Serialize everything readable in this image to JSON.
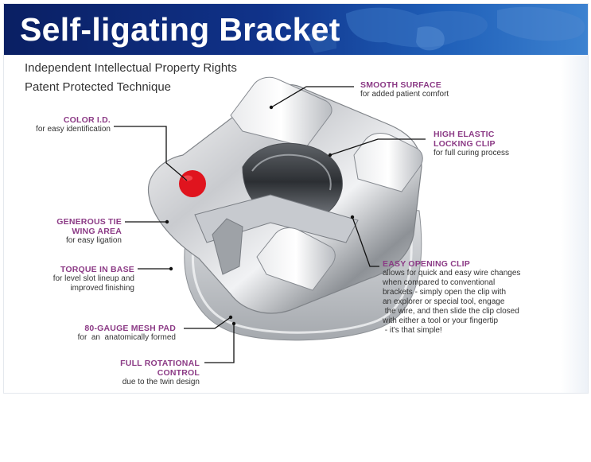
{
  "header": {
    "title": "Self-ligating Bracket"
  },
  "subtitles": [
    "Independent Intellectual Property Rights",
    "Patent Protected Technique"
  ],
  "callouts": {
    "smooth_surface": {
      "title": "SMOOTH SURFACE",
      "desc": [
        "for added patient comfort"
      ]
    },
    "color_id": {
      "title": [
        "COLOR I.D."
      ],
      "desc": [
        "for easy identification"
      ]
    },
    "high_elastic": {
      "title": [
        "HIGH ELASTIC",
        "LOCKING CLIP"
      ],
      "desc": [
        "for full curing process"
      ]
    },
    "tie_wing": {
      "title": [
        "GENEROUS TIE",
        "WING AREA"
      ],
      "desc": [
        "for easy ligation"
      ]
    },
    "torque_base": {
      "title": [
        "TORQUE IN BASE"
      ],
      "desc": [
        "for level slot lineup and",
        "improved finishing"
      ]
    },
    "easy_opening": {
      "title": [
        "EASY OPENING CLIP"
      ],
      "desc": [
        "allows for quick and easy wire changes",
        "when compared to conventional",
        "brackets - simply open the clip with",
        "an explorer or special tool, engage",
        " the wire, and then slide the clip closed",
        "with either a tool or your fingertip",
        " - it's that simple!"
      ]
    },
    "mesh_pad": {
      "title": [
        "80-GAUGE MESH PAD"
      ],
      "desc": [
        "for  an  anatomically formed"
      ]
    },
    "rotational": {
      "title": [
        "FULL ROTATIONAL",
        "CONTROL"
      ],
      "desc": [
        "due to the twin design"
      ]
    }
  },
  "colors": {
    "title_purple": "#8c3b86",
    "banner_blue": "#10338a",
    "color_id_red": "#e0141e"
  }
}
